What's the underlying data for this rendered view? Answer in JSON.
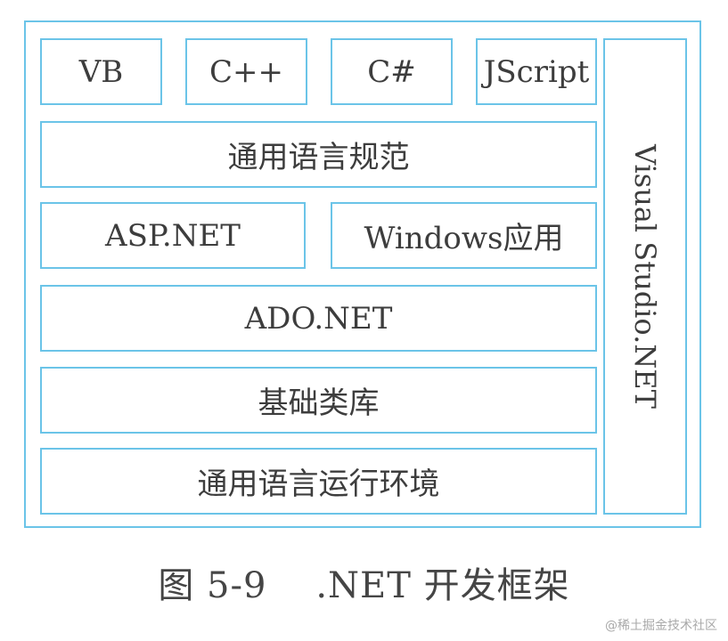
{
  "diagram": {
    "languages": [
      "VB",
      "C++",
      "C#",
      "JScript"
    ],
    "cls": "通用语言规范",
    "asp": "ASP.NET",
    "windows_app": "Windows应用",
    "ado": "ADO.NET",
    "base_lib": "基础类库",
    "clr": "通用语言运行环境",
    "visual_studio": "Visual Studio.NET"
  },
  "caption": "图 5-9    .NET 开发框架",
  "watermark": "@稀土掘金技术社区",
  "colors": {
    "border": "#6bc4e8",
    "text": "#3d3d3d"
  }
}
